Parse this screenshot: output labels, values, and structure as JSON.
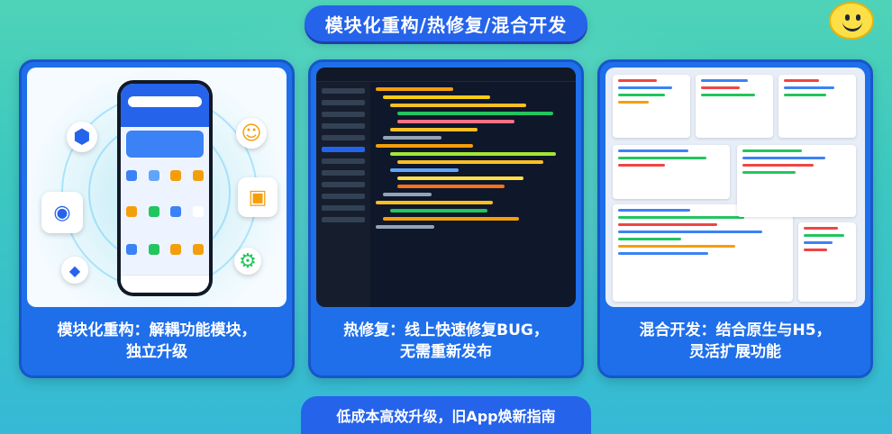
{
  "header": {
    "title": "模块化重构/热修复/混合开发"
  },
  "cards": [
    {
      "caption_line1": "模块化重构：解耦功能模块，",
      "caption_line2": "独立升级"
    },
    {
      "caption_line1": "热修复：线上快速修复BUG，",
      "caption_line2": "无需重新发布"
    },
    {
      "caption_line1": "混合开发：结合原生与H5，",
      "caption_line2": "灵活扩展功能"
    }
  ],
  "footer": {
    "tagline": "低成本高效升级，旧App焕新指南"
  },
  "icons": [
    "smiley-icon",
    "cube-icon",
    "camera-icon",
    "diamond-icon",
    "chat-bubble-icon",
    "bag-icon",
    "gear-icon"
  ],
  "colors": {
    "primary": "#2563eb",
    "card": "#1f6feb",
    "bg_top": "#4fd3b8",
    "bg_bottom": "#35b9d6"
  }
}
